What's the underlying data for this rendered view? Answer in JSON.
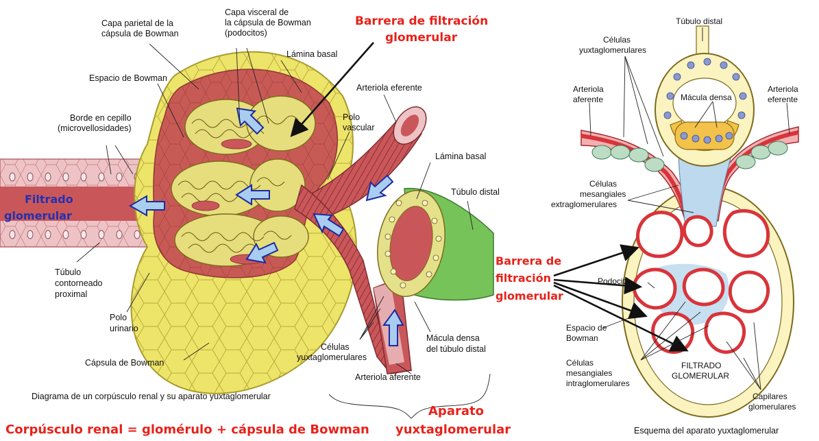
{
  "left": {
    "labels": {
      "capa_parietal_1": "Capa parietal de la",
      "capa_parietal_2": "cápsula de Bowman",
      "capa_visceral_1": "Capa visceral de",
      "capa_visceral_2": "la cápsula de Bowman",
      "capa_visceral_3": "(podocitos)",
      "lamina_basal_top": "Lámina basal",
      "espacio_bowman": "Espacio de Bowman",
      "arteriola_eferente": "Arteriola eferente",
      "borde_cepillo_1": "Borde en cepillo",
      "borde_cepillo_2": "(microvellosidades)",
      "polo_vascular_1": "Polo",
      "polo_vascular_2": "vascular",
      "lamina_basal_right": "Lámina basal",
      "tubulo_distal": "Túbulo distal",
      "tubulo_contorneado_1": "Túbulo",
      "tubulo_contorneado_2": "contorneado",
      "tubulo_contorneado_3": "proximal",
      "polo_urinario_1": "Polo",
      "polo_urinario_2": "urinario",
      "capsula_bowman": "Cápsula de Bowman",
      "celulas_yuxta_1": "Células",
      "celulas_yuxta_2": "yuxtaglomerulares",
      "macula_densa_1": "Mácula densa",
      "macula_densa_2": "del túbulo distal",
      "arteriola_aferente": "Arteriola aferente"
    },
    "barrera_1": "Barrera de filtración",
    "barrera_2": "glomerular",
    "filtrado_1": "Filtrado",
    "filtrado_2": "glomerular",
    "caption": "Diagrama de un corpúsculo renal y su aparato yuxtaglomerular",
    "aparato_1": "Aparato",
    "aparato_2": "yuxtaglomerular",
    "bottom_title": "Corpúsculo renal = glomérulo + cápsula de Bowman"
  },
  "right": {
    "labels": {
      "tubulo_distal": "Túbulo distal",
      "celulas_yuxta_1": "Células",
      "celulas_yuxta_2": "yuxtaglomerulares",
      "arteriola_aferente_1": "Arteriola",
      "arteriola_aferente_2": "aferente",
      "macula_densa": "Mácula densa",
      "arteriola_eferente_1": "Arteriola",
      "arteriola_eferente_2": "eferente",
      "mesangiales_extra_1": "Células",
      "mesangiales_extra_2": "mesangiales",
      "mesangiales_extra_3": "extraglomerulares",
      "podocito": "Podocito",
      "espacio_bowman_1": "Espacio de",
      "espacio_bowman_2": "Bowman",
      "mesangiales_intra_1": "Células",
      "mesangiales_intra_2": "mesangiales",
      "mesangiales_intra_3": "intraglomerulares",
      "filtrado_1": "FILTRADO",
      "filtrado_2": "GLOMERULAR",
      "capilares_1": "Capilares",
      "capilares_2": "glomerulares"
    },
    "barrera_1": "Barrera de",
    "barrera_2": "filtración",
    "barrera_3": "glomerular",
    "caption": "Esquema del aparato yuxtaglomerular"
  },
  "colors": {
    "capsule_yellow": "#ede46a",
    "capsule_outline": "#a89a2c",
    "bowman_space": "#c85a55",
    "glomerulus": "#e6dd7c",
    "vessel": "#c9575a",
    "tubule_pink": "#eec3c6",
    "distal_green": "#76c35a",
    "red_text": "#e8221a",
    "blue_text": "#2231b0",
    "flow_arrow": "#a9cdf0",
    "mesangial_blue": "#bcd9ee",
    "jg_cell_green": "#bcdcc4",
    "macula_orange": "#f2c24a",
    "capillary_red": "#d8343a"
  }
}
